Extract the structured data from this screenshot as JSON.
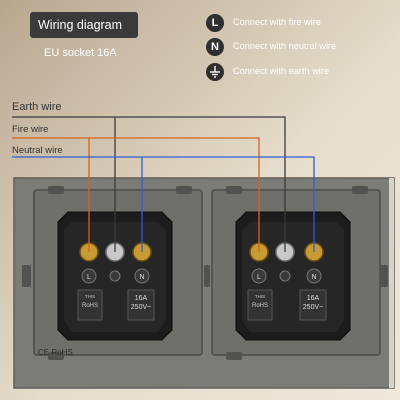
{
  "title": "Wiring diagram",
  "subtitle": "EU socket 16A",
  "legend": [
    {
      "symbol": "L",
      "text": "Connect with fire wire"
    },
    {
      "symbol": "N",
      "text": "Connect with neutral wire"
    },
    {
      "symbol": "earth-icon",
      "text": "Connect with earth wire"
    }
  ],
  "wires": {
    "earth": {
      "label": "Earth wire",
      "color": "#3a3a3a"
    },
    "fire": {
      "label": "Fire wire",
      "color": "#d4641e"
    },
    "neutral": {
      "label": "Neutral wire",
      "color": "#2f5fd0"
    }
  },
  "socket": {
    "l_label": "L",
    "n_label": "N",
    "rating_line1": "16A",
    "rating_line2": "250V~",
    "brand": "THIS",
    "cert": "RoHS"
  },
  "plate_mark": "CE RoHS"
}
